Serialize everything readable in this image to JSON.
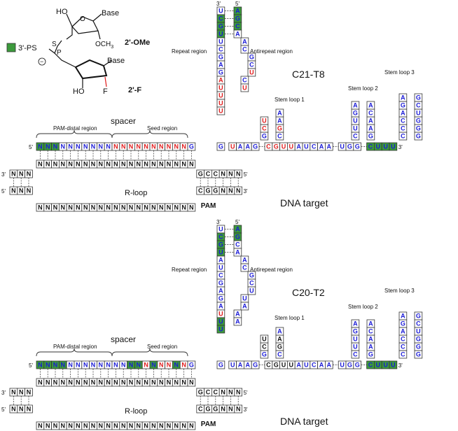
{
  "legend": {
    "ps_label": "3'-PS",
    "ome_label": "2'-OMe",
    "f_label": "2'-F",
    "base_top": "Base",
    "base_bottom": "Base",
    "och3": "OCH",
    "och3_sub": "3",
    "ho": "HO",
    "ho2": "HO",
    "o_label": "O",
    "p_label": "P",
    "s_label": "S",
    "f_atom": "F"
  },
  "colors": {
    "ps_green": "#3c9a3c",
    "ome_blue": "#1a1ad6",
    "f_red": "#e01b1b",
    "box_border": "#333333"
  },
  "panels": [
    {
      "name": "C21-T8",
      "construct": "C21-T8",
      "repeat_region": "Repeat region",
      "antirepeat_region": "Antirepeat region",
      "stem_loop_1": "Stem loop 1",
      "stem_loop_2": "Stem loop 2",
      "stem_loop_3": "Stem loop 3",
      "spacer": "spacer",
      "pam_distal": "PAM-distal region",
      "seed_region": "Seed region",
      "r_loop": "R-loop",
      "pam": "PAM",
      "dna_target": "DNA target",
      "prime3": "3'",
      "prime5": "5'",
      "spacer_seq": [
        "N",
        "N",
        "N",
        "N",
        "N",
        "N",
        "N",
        "N",
        "N",
        "N",
        "N",
        "N",
        "N",
        "N",
        "N",
        "N",
        "N",
        "N",
        "N",
        "N",
        "G"
      ],
      "spacer_colors": [
        "G",
        "G",
        "G",
        "B",
        "B",
        "B",
        "B",
        "B",
        "B",
        "B",
        "R",
        "R",
        "R",
        "R",
        "R",
        "R",
        "R",
        "R",
        "R",
        "R",
        "B"
      ],
      "spacer_ps": [
        1,
        1,
        1,
        0,
        0,
        0,
        0,
        0,
        0,
        0,
        0,
        0,
        0,
        0,
        0,
        0,
        0,
        0,
        0,
        0,
        0
      ],
      "top_strand_n": 21,
      "pam_top": [
        "G",
        "C",
        "C",
        "N",
        "N",
        "N"
      ],
      "pam_bottom": [
        "C",
        "G",
        "G",
        "N",
        "N",
        "N"
      ],
      "left_pairs": [
        "N",
        "N",
        "N"
      ],
      "repeat_col": [
        "U",
        "C",
        "G",
        "U",
        "U",
        "C",
        "G",
        "A",
        "G",
        "A",
        "U",
        "U",
        "U",
        "U"
      ],
      "repeat_colors": [
        "B",
        "B",
        "B",
        "B",
        "B",
        "B",
        "B",
        "B",
        "B",
        "R",
        "R",
        "R",
        "R",
        "R"
      ],
      "repeat_ps": [
        0,
        1,
        1,
        1,
        0,
        0,
        0,
        0,
        0,
        0,
        0,
        0,
        0,
        0
      ],
      "antirepeat_col": [
        "A",
        "G",
        "C",
        "A",
        "A",
        "C",
        "G",
        "C",
        "U",
        "C",
        "U"
      ],
      "antirepeat_colors": [
        "B",
        "B",
        "B",
        "B",
        "B",
        "B",
        "B",
        "B",
        "R",
        "B",
        "R"
      ],
      "antirepeat_ps": [
        1,
        1,
        1,
        0,
        0,
        0,
        0,
        0,
        0,
        0,
        0
      ],
      "bottom_seq": [
        "U",
        "A",
        "A",
        "G",
        "",
        "C",
        "G",
        "U",
        "U",
        "A",
        "U",
        "C",
        "A",
        "A",
        "",
        "U",
        "G",
        "G",
        "",
        "C",
        "U",
        "U",
        "U"
      ],
      "bottom_colors": [
        "R",
        "B",
        "B",
        "B",
        "",
        "R",
        "R",
        "R",
        "R",
        "B",
        "B",
        "B",
        "B",
        "B",
        "",
        "B",
        "B",
        "B",
        "",
        "B",
        "B",
        "B",
        "B"
      ],
      "bottom_ps": [
        0,
        0,
        0,
        0,
        0,
        0,
        0,
        0,
        0,
        0,
        0,
        0,
        0,
        0,
        0,
        0,
        0,
        0,
        0,
        1,
        1,
        1,
        1
      ]
    },
    {
      "name": "C20-T2",
      "construct": "C20-T2",
      "repeat_region": "Repeat region",
      "antirepeat_region": "Antirepeat region",
      "stem_loop_1": "Stem loop 1",
      "stem_loop_2": "Stem loop 2",
      "stem_loop_3": "Stem loop 3",
      "spacer": "spacer",
      "pam_distal": "PAM-distal region",
      "seed_region": "Seed region",
      "r_loop": "R-loop",
      "pam": "PAM",
      "dna_target": "DNA target",
      "prime3": "3'",
      "prime5": "5'",
      "spacer_seq": [
        "N",
        "N",
        "N",
        "N",
        "N",
        "N",
        "N",
        "N",
        "N",
        "N",
        "N",
        "N",
        "N",
        "N",
        "N",
        "N",
        "N",
        "N",
        "N",
        "N",
        "G"
      ],
      "spacer_colors": [
        "B",
        "B",
        "B",
        "B",
        "B",
        "B",
        "B",
        "B",
        "B",
        "B",
        "B",
        "B",
        "B",
        "B",
        "R",
        "B",
        "R",
        "R",
        "B",
        "R",
        "B"
      ],
      "spacer_ps": [
        1,
        1,
        1,
        1,
        0,
        0,
        0,
        0,
        0,
        0,
        0,
        0,
        1,
        1,
        0,
        1,
        0,
        0,
        1,
        0,
        0
      ],
      "top_strand_n": 20,
      "pam_top": [
        "G",
        "C",
        "C",
        "N",
        "N",
        "N"
      ],
      "pam_bottom": [
        "C",
        "G",
        "G",
        "N",
        "N",
        "N"
      ],
      "left_pairs": [
        "N",
        "N",
        "N"
      ],
      "repeat_col": [
        "U",
        "C",
        "G",
        "U",
        "A",
        "U",
        "C",
        "G",
        "A",
        "G",
        "A",
        "U",
        "U",
        "U"
      ],
      "repeat_colors": [
        "B",
        "B",
        "B",
        "B",
        "B",
        "B",
        "B",
        "B",
        "B",
        "B",
        "B",
        "R",
        "B",
        "B"
      ],
      "repeat_ps": [
        0,
        1,
        1,
        1,
        0,
        0,
        0,
        0,
        0,
        0,
        0,
        0,
        1,
        1
      ],
      "antirepeat_col": [
        "A",
        "G",
        "C",
        "A",
        "A",
        "C",
        "G",
        "C",
        "U",
        "U",
        "A",
        "A",
        "A"
      ],
      "antirepeat_colors": [
        "B",
        "B",
        "B",
        "B",
        "B",
        "B",
        "B",
        "B",
        "B",
        "B",
        "B",
        "B",
        "B"
      ],
      "antirepeat_ps": [
        1,
        1,
        0,
        0,
        0,
        0,
        0,
        0,
        0,
        0,
        0,
        0,
        0
      ],
      "bottom_seq": [
        "U",
        "A",
        "A",
        "G",
        "",
        "C",
        "G",
        "U",
        "U",
        "A",
        "U",
        "C",
        "A",
        "A",
        "",
        "U",
        "G",
        "G",
        "",
        "C",
        "U",
        "U",
        "U"
      ],
      "bottom_colors": [
        "B",
        "B",
        "B",
        "B",
        "",
        "K",
        "K",
        "K",
        "K",
        "B",
        "B",
        "B",
        "B",
        "B",
        "",
        "B",
        "B",
        "B",
        "",
        "B",
        "B",
        "B",
        "B"
      ],
      "bottom_ps": [
        0,
        0,
        0,
        0,
        0,
        0,
        0,
        0,
        0,
        0,
        0,
        0,
        0,
        0,
        0,
        0,
        0,
        0,
        0,
        1,
        1,
        1,
        1
      ]
    }
  ]
}
